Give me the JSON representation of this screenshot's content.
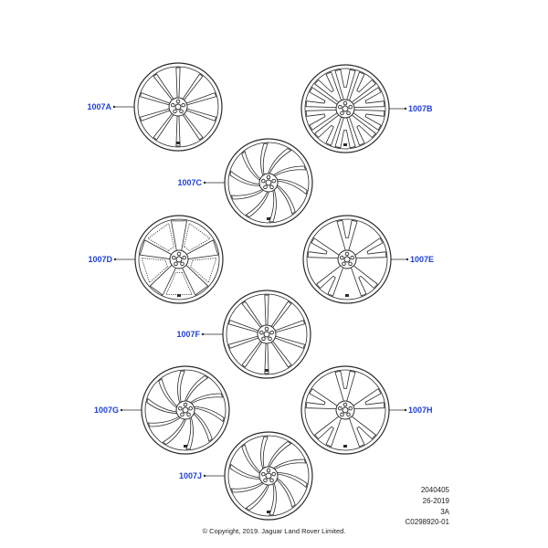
{
  "wheels": [
    {
      "id": "1007A",
      "label": "1007A",
      "spokes": 10,
      "style": "thin-straight"
    },
    {
      "id": "1007B",
      "label": "1007B",
      "spokes": 10,
      "style": "split-y"
    },
    {
      "id": "1007C",
      "label": "1007C",
      "spokes": 10,
      "style": "swept"
    },
    {
      "id": "1007D",
      "label": "1007D",
      "spokes": 5,
      "style": "mesh"
    },
    {
      "id": "1007E",
      "label": "1007E",
      "spokes": 5,
      "style": "split-y"
    },
    {
      "id": "1007F",
      "label": "1007F",
      "spokes": 10,
      "style": "thin-straight"
    },
    {
      "id": "1007G",
      "label": "1007G",
      "spokes": 10,
      "style": "swept"
    },
    {
      "id": "1007H",
      "label": "1007H",
      "spokes": 5,
      "style": "split-y"
    },
    {
      "id": "1007J",
      "label": "1007J",
      "spokes": 10,
      "style": "swept"
    }
  ],
  "reference": {
    "line1": "2040405",
    "line2": "26-2019",
    "line3": "3A",
    "line4": "C0298920-01"
  },
  "copyright": "© Copyright, 2019. Jaguar Land Rover Limited."
}
